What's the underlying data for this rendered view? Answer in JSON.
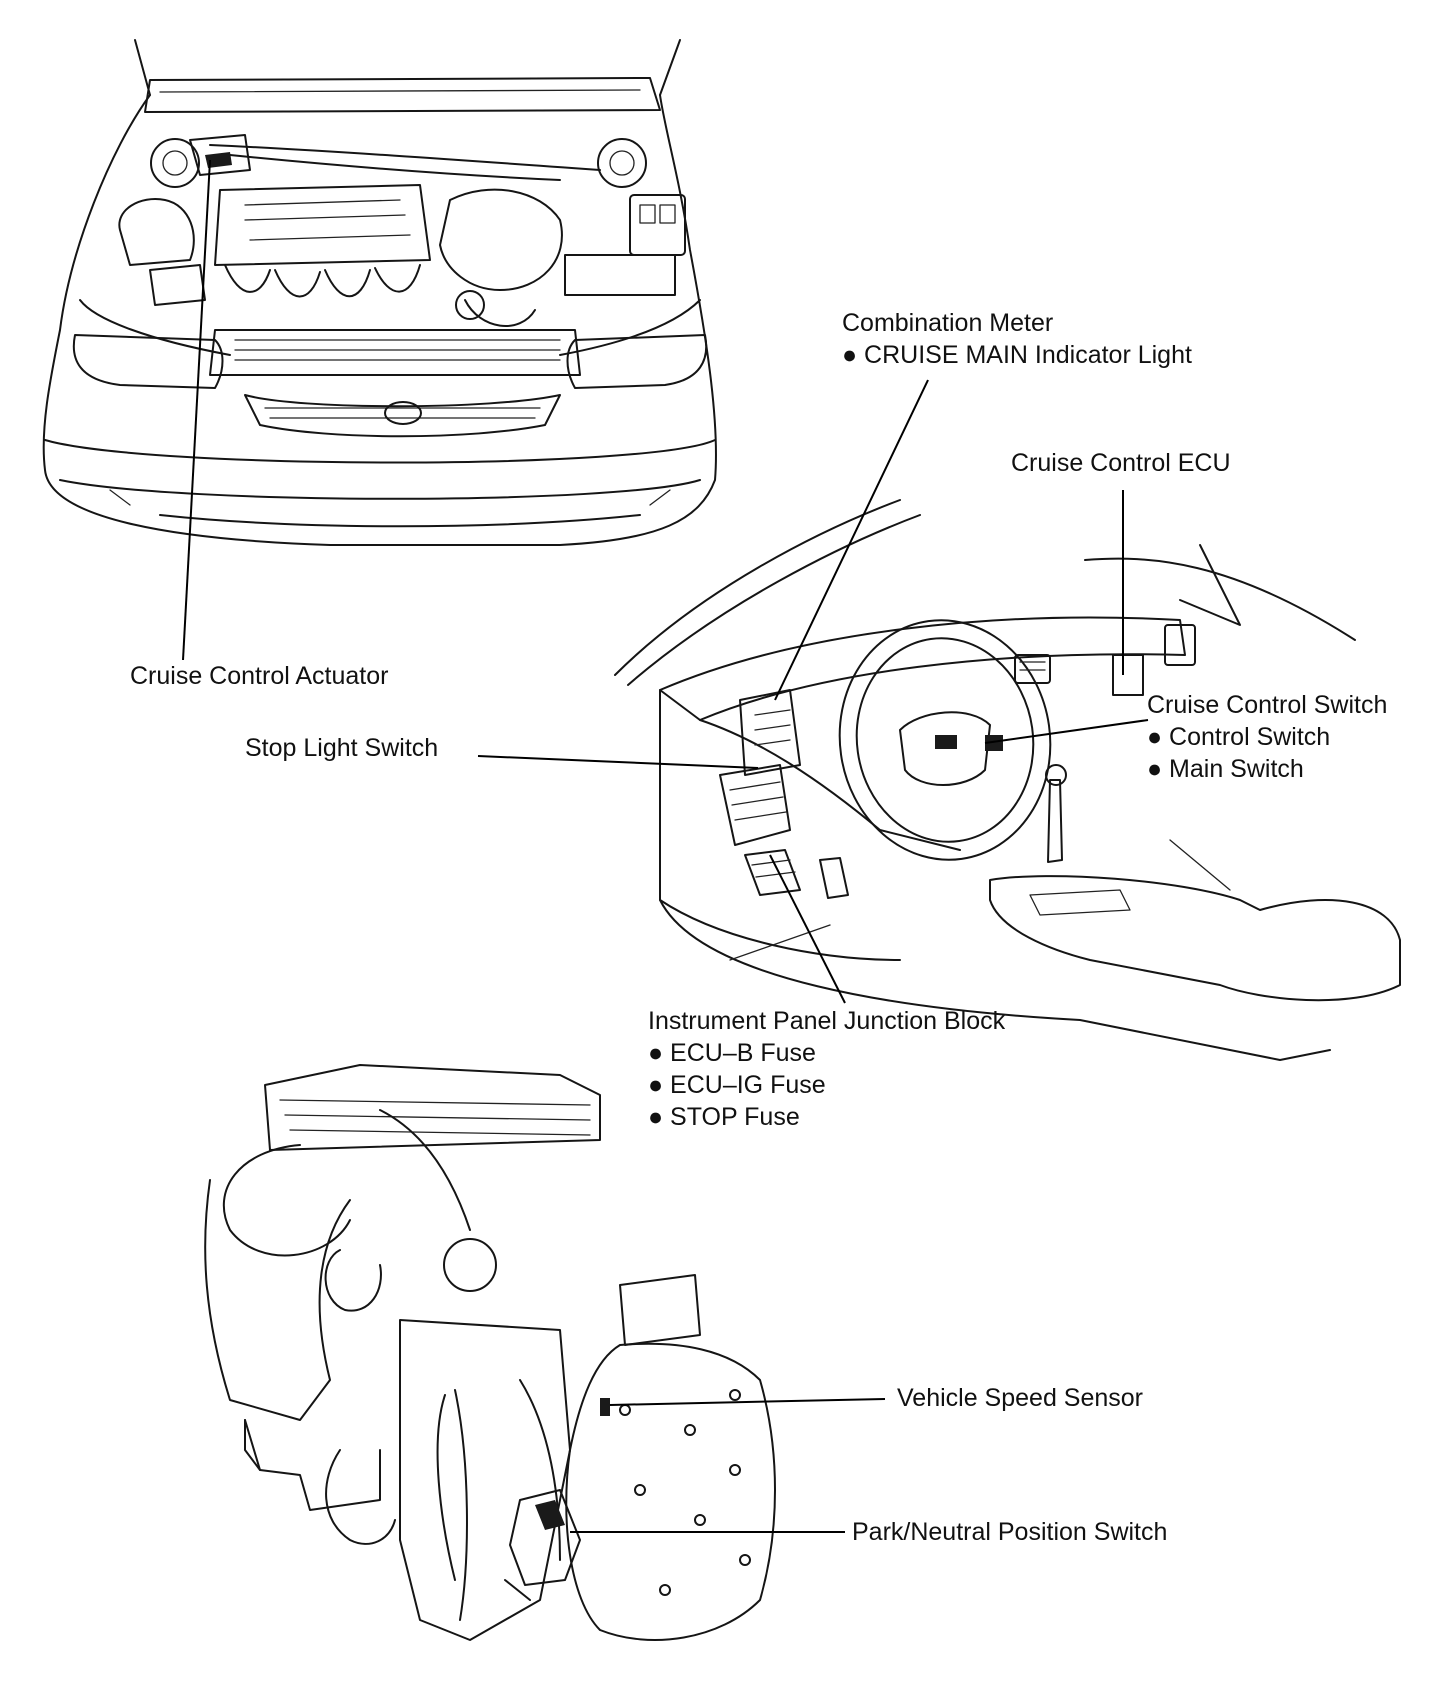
{
  "labels": {
    "actuator": "Cruise Control Actuator",
    "meter": {
      "title": "Combination Meter",
      "items": [
        "● CRUISE MAIN Indicator Light"
      ]
    },
    "ecu": "Cruise Control ECU",
    "stop_switch": "Stop Light Switch",
    "cc_switch": {
      "title": "Cruise Control Switch",
      "items": [
        "● Control Switch",
        "● Main Switch"
      ]
    },
    "junction": {
      "title": "Instrument Panel Junction Block",
      "items": [
        "● ECU–B Fuse",
        "● ECU–IG Fuse",
        "● STOP Fuse"
      ]
    },
    "speed_sensor": "Vehicle Speed Sensor",
    "pn_switch": "Park/Neutral Position Switch"
  },
  "icons": [
    "engine-bay-illustration",
    "dashboard-illustration",
    "engine-transaxle-illustration"
  ],
  "colors": {
    "ink": "#151515",
    "background": "#ffffff"
  }
}
